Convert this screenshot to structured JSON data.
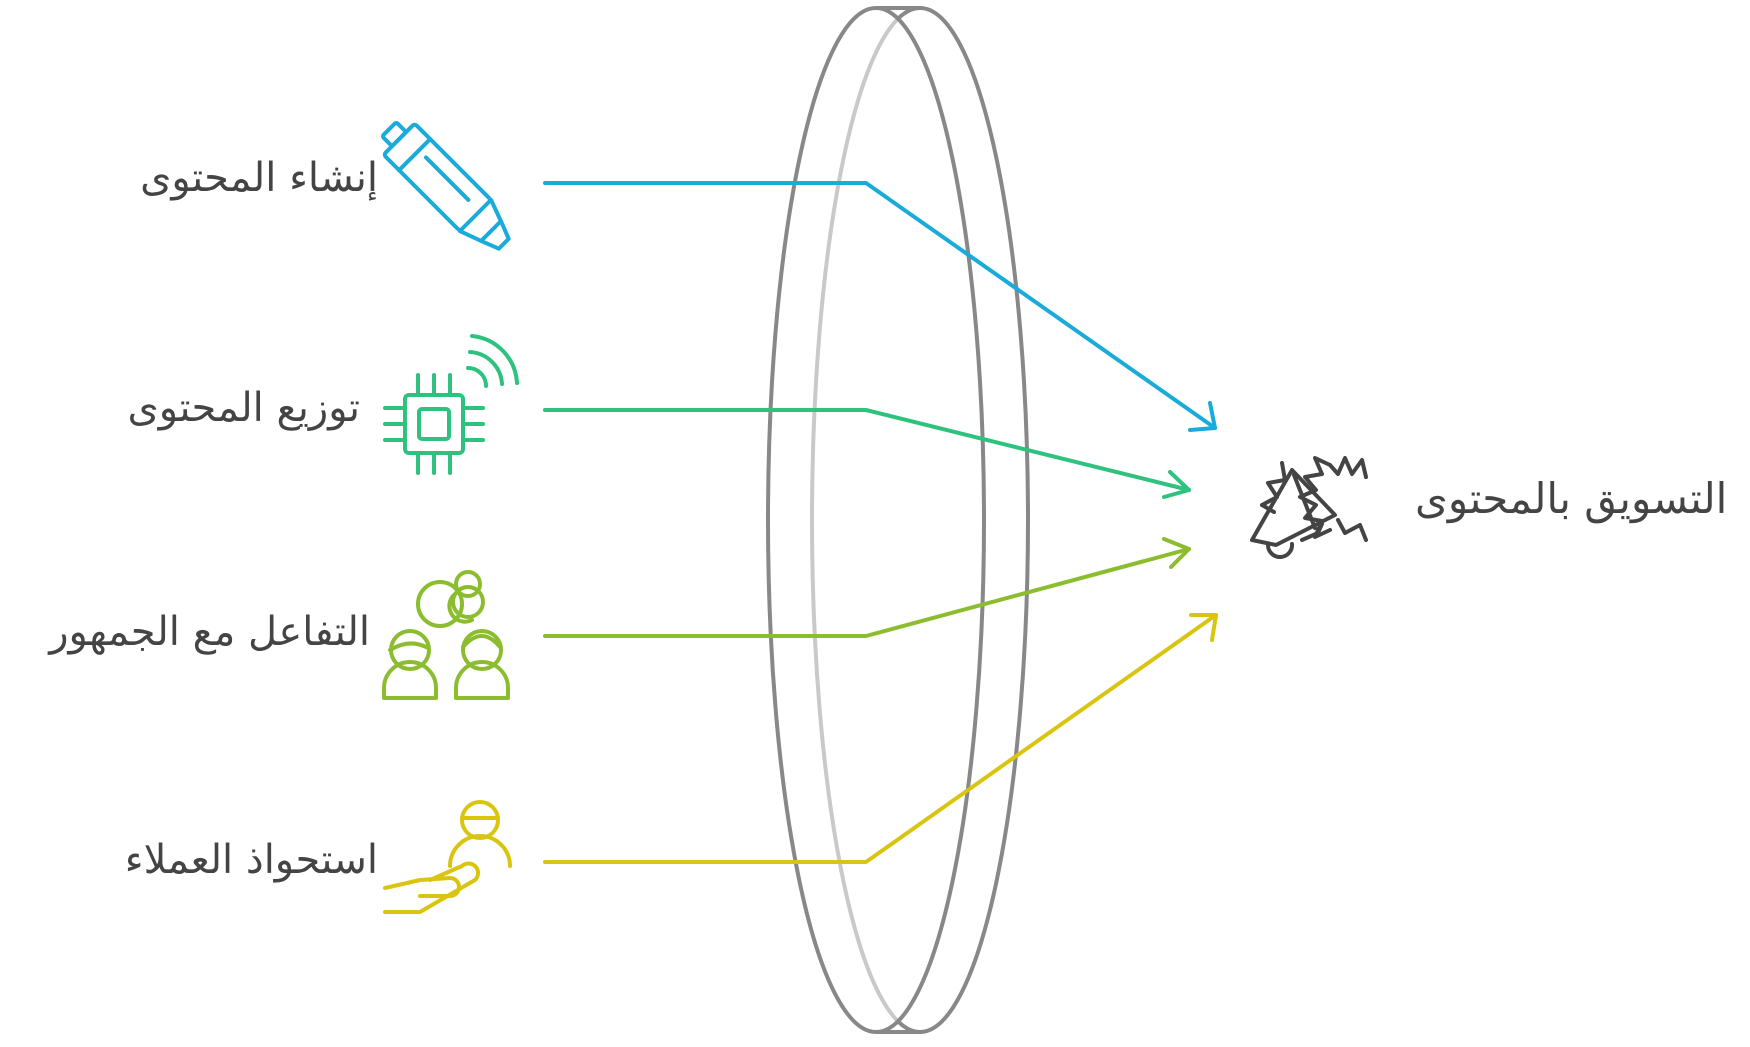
{
  "inputs": [
    {
      "label": "إنشاء المحتوى",
      "icon": "pen-icon",
      "color": "#1AABDB"
    },
    {
      "label": "توزيع المحتوى",
      "icon": "chip-signal-icon",
      "color": "#2EC27E"
    },
    {
      "label": "التفاعل مع الجمهور",
      "icon": "people-chat-icon",
      "color": "#8BBD2E"
    },
    {
      "label": "استحواذ العملاء",
      "icon": "hand-user-icon",
      "color": "#D9C50F"
    }
  ],
  "result": {
    "label": "التسويق بالمحتوى",
    "icon": "megaphone-badge-icon",
    "color": "#444444"
  },
  "lens": {
    "icon": "lens-icon",
    "color": "#888888"
  }
}
